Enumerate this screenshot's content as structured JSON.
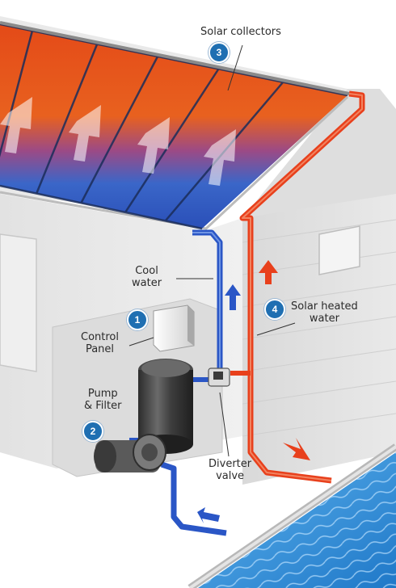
{
  "labels": {
    "solar_collectors": "Solar collectors",
    "cool_water_line1": "Cool",
    "cool_water_line2": "water",
    "control_panel_line1": "Control",
    "control_panel_line2": "Panel",
    "pump_filter_line1": "Pump",
    "pump_filter_line2": "& Filter",
    "solar_heated_line1": "Solar heated",
    "solar_heated_line2": "water",
    "diverter_line1": "Diverter",
    "diverter_line2": "valve"
  },
  "badges": {
    "control_panel": "1",
    "pump_filter": "2",
    "solar_collectors": "3",
    "solar_heated": "4"
  },
  "colors": {
    "hot_water": "#e8401c",
    "cool_water": "#2a56c6",
    "badge": "#1f6fb2",
    "pool_water": "#2f8fd8",
    "wall": "#e6e6e6"
  },
  "icons": {
    "up_arrow": "up-arrow-icon",
    "down_arrow": "down-arrow-icon",
    "flow_arrow": "flow-arrow-icon"
  }
}
